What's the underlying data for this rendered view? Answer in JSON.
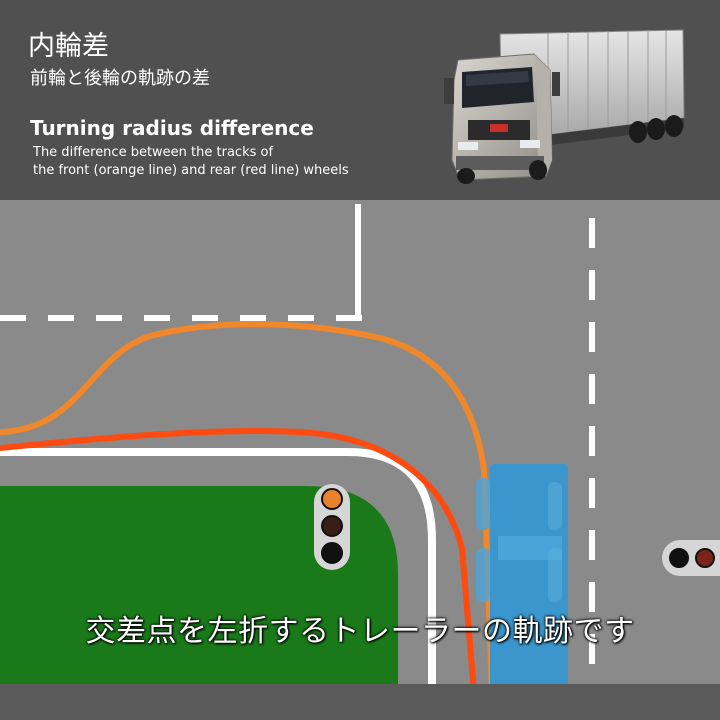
{
  "header": {
    "title_jp": "内輪差",
    "subtitle_jp": "前輪と後輪の軌跡の差",
    "title_en": "Turning radius difference",
    "description_en_line1": "The difference between the tracks of",
    "description_en_line2": "the front (orange line) and rear (red line) wheels"
  },
  "truck_photo": {
    "icon": "semi-truck-photo-icon"
  },
  "caption": "交差点を左折するトレーラーの軌跡です",
  "colors": {
    "front_wheel_track": "#f0882b",
    "rear_wheel_track": "#ff4a10",
    "road": "#8a8a8a",
    "grass": "#1a7a1a",
    "trailer": "#3a96cc",
    "header_bg": "#505050"
  },
  "traffic_lights": [
    {
      "name": "corner-traffic-light",
      "lamps": [
        "#e8822b",
        "#3a1d16",
        "#111111"
      ]
    },
    {
      "name": "right-traffic-light",
      "lamps": [
        "#111111",
        "#7a2418",
        "#111111"
      ]
    }
  ]
}
